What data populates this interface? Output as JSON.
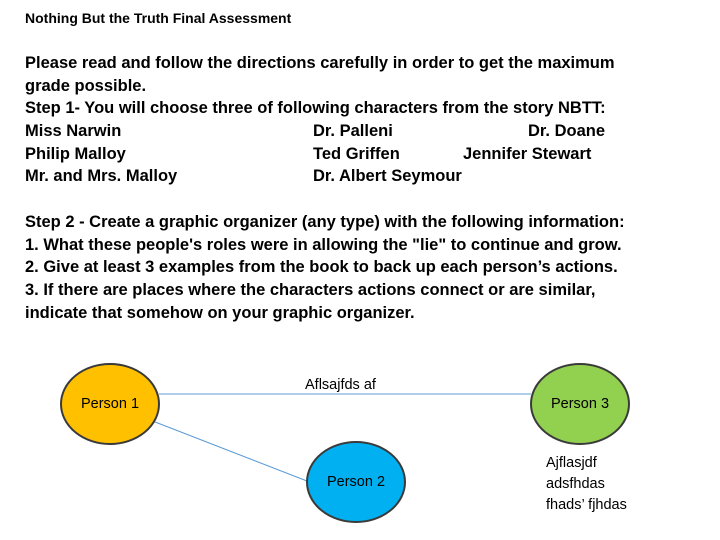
{
  "header": {
    "title": "Nothing But the Truth Final Assessment"
  },
  "directions": {
    "intro_line1": "Please read and follow the directions carefully in order to get the maximum",
    "intro_line2": "grade possible.",
    "step1": "Step 1- You will choose three of  following characters from the story NBTT:",
    "characters": [
      [
        "Miss Narwin",
        "Dr. Palleni",
        "Dr. Doane"
      ],
      [
        "Philip Malloy",
        "Ted Griffen",
        "Jennifer Stewart"
      ],
      [
        "Mr. and Mrs. Malloy",
        "Dr. Albert Seymour"
      ]
    ],
    "step2": "Step 2 - Create a graphic organizer (any type) with the following information:",
    "item1": "1. What these people's roles were in allowing the \"lie\" to continue and grow.",
    "item2": "2. Give at least 3 examples from the book to back up each person’s actions.",
    "item3_line1": "3. If there are places where the characters actions connect or are similar,",
    "item3_line2": "indicate that somehow on your graphic organizer."
  },
  "diagram": {
    "nodes": [
      {
        "label": "Person 1",
        "color": "#FFC000"
      },
      {
        "label": "Person 2",
        "color": "#00B0F0"
      },
      {
        "label": "Person 3",
        "color": "#92D050"
      }
    ],
    "edge_label": "Aflsajfds af",
    "note_lines": [
      "Ajflasjdf",
      "adsfhdas",
      "fhads’ fjhdas"
    ]
  }
}
